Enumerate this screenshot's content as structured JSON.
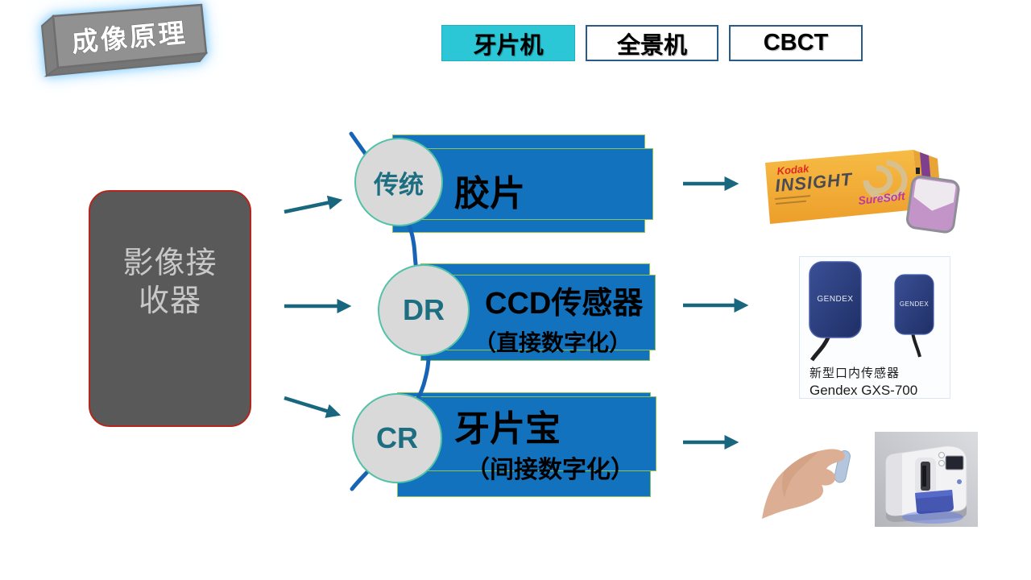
{
  "badge": {
    "label": "成像原理"
  },
  "tabs": [
    {
      "label": "牙片机",
      "active": true
    },
    {
      "label": "全景机",
      "active": false
    },
    {
      "label": "CBCT",
      "active": false
    }
  ],
  "receiver": {
    "label": "影像接收器"
  },
  "branches": [
    {
      "circle_label": "传统",
      "bar_title": "胶片",
      "bar_subtitle": ""
    },
    {
      "circle_label": "DR",
      "bar_title": "CCD传感器",
      "bar_subtitle": "（直接数字化）"
    },
    {
      "circle_label": "CR",
      "bar_title": "牙片宝",
      "bar_subtitle": "（间接数字化）"
    }
  ],
  "products": {
    "kodak_film": {
      "brand": "Kodak",
      "name": "INSIGHT",
      "sub_brand": "SureSoft"
    },
    "gendex_sensor": {
      "logo_large": "GENDEX",
      "logo_small": "GENDEX",
      "caption_line1": "新型口内传感器",
      "caption_line2": "Gendex GXS-700"
    }
  },
  "colors": {
    "accent_teal": "#19677F",
    "bar_blue": "#1272BD",
    "bar_border_green": "#8CC455",
    "circle_fill": "#D9D9D9",
    "circle_border": "#52C2A8",
    "connector_blue": "#1763B5",
    "tab_active_bg": "#2BC7D7",
    "tab_border_blue": "#275B8C",
    "receiver_fill": "#595959",
    "receiver_border_red": "#B3261E"
  }
}
